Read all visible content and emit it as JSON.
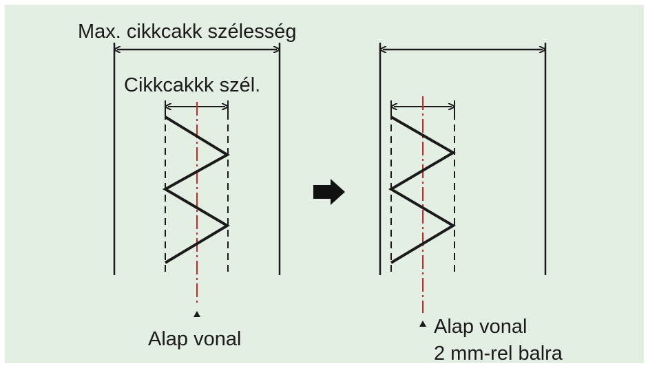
{
  "labels": {
    "max_width": "Max. cikkcakk szélesség",
    "zigzag_width": "Cikkcakkk szél.",
    "base_line": "Alap vonal",
    "shifted_line_1": "Alap vonal",
    "shifted_line_2": "2 mm-rel balra"
  },
  "colors": {
    "background": "#e4efe4",
    "line": "#1a1a1a",
    "center_line": "#e02020"
  },
  "icons": {
    "transition": "right-arrow-icon",
    "marker": "up-triangle-icon"
  }
}
